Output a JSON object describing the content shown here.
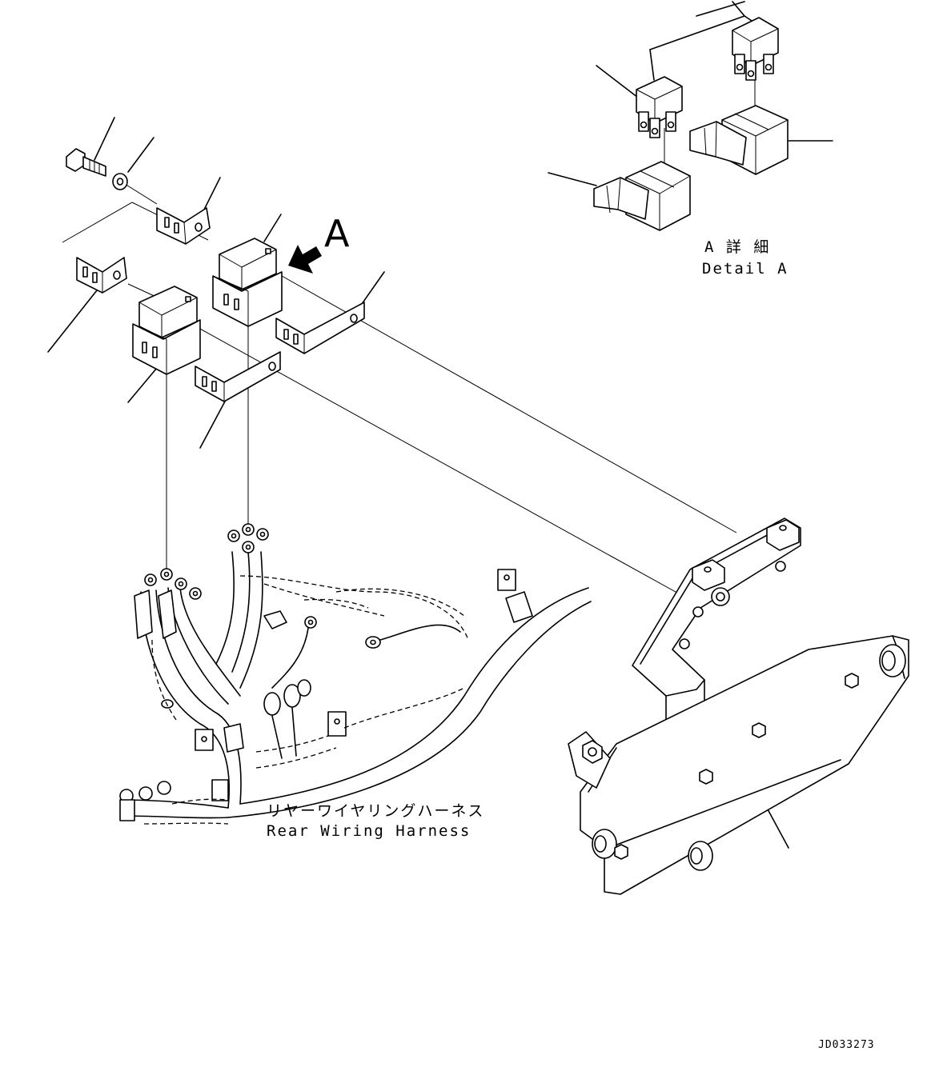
{
  "view_callout": "A",
  "detail_label_jp": "A 詳 細",
  "detail_label_en": "Detail A",
  "harness_label_jp": "リヤーワイヤリングハーネス",
  "harness_label_en": "Rear Wiring Harness",
  "drawing_id": "JD033273"
}
